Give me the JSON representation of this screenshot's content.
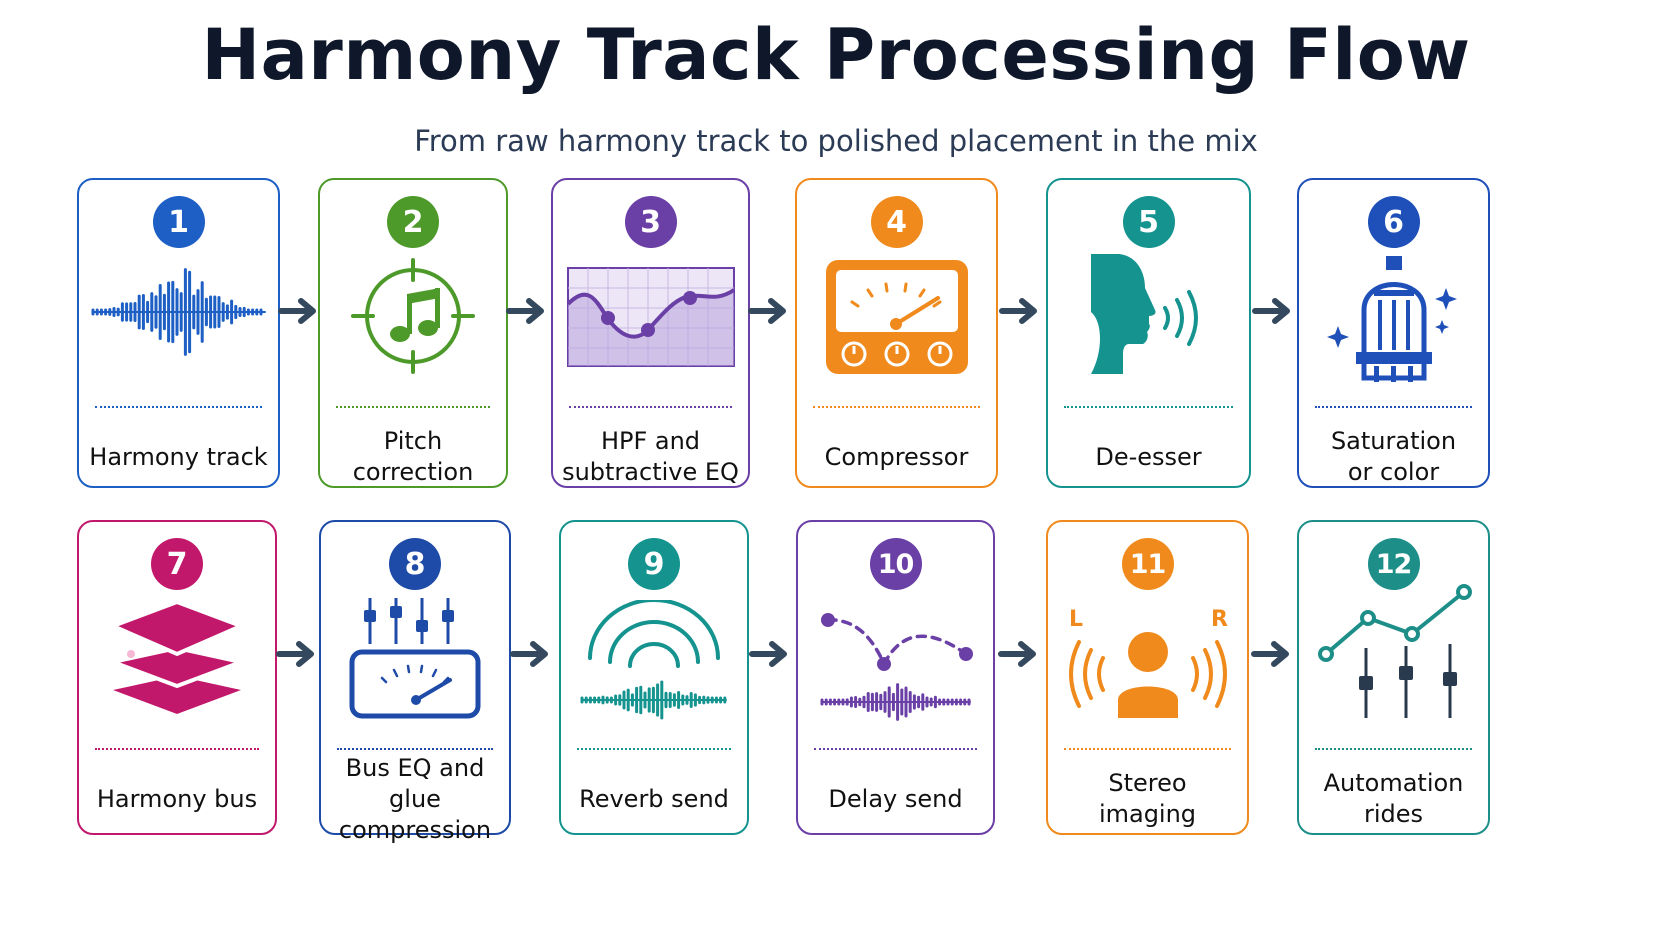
{
  "title": "Harmony Track Processing Flow",
  "subtitle": "From raw harmony track to polished placement in the mix",
  "steps": [
    {
      "number": "1",
      "label": "Harmony track",
      "color": "#1d5fc4",
      "icon": "waveform-icon"
    },
    {
      "number": "2",
      "label": "Pitch\ncorrection",
      "color": "#4d9a2a",
      "icon": "tuner-note-icon"
    },
    {
      "number": "3",
      "label": "HPF and\nsubtractive EQ",
      "color": "#6a3fa6",
      "icon": "eq-curve-icon"
    },
    {
      "number": "4",
      "label": "Compressor",
      "color": "#f08a1c",
      "icon": "compressor-meter-icon"
    },
    {
      "number": "5",
      "label": "De-esser",
      "color": "#14938f",
      "icon": "voice-head-icon"
    },
    {
      "number": "6",
      "label": "Saturation\nor color",
      "color": "#1f4fb8",
      "icon": "vacuum-tube-icon"
    },
    {
      "number": "7",
      "label": "Harmony bus",
      "color": "#c2186b",
      "icon": "layers-icon"
    },
    {
      "number": "8",
      "label": "Bus EQ and glue\ncompression",
      "color": "#1e4aa8",
      "icon": "faders-meter-icon"
    },
    {
      "number": "9",
      "label": "Reverb send",
      "color": "#14938f",
      "icon": "reverb-waves-icon"
    },
    {
      "number": "10",
      "label": "Delay send",
      "color": "#6a3fa6",
      "icon": "delay-bounce-icon"
    },
    {
      "number": "11",
      "label": "Stereo\nimaging",
      "color": "#f08a1c",
      "icon": "stereo-listener-icon",
      "left": "L",
      "right": "R"
    },
    {
      "number": "12",
      "label": "Automation\nrides",
      "color": "#1d8f88",
      "icon": "automation-icon"
    }
  ],
  "arrow_color": "#34495e"
}
